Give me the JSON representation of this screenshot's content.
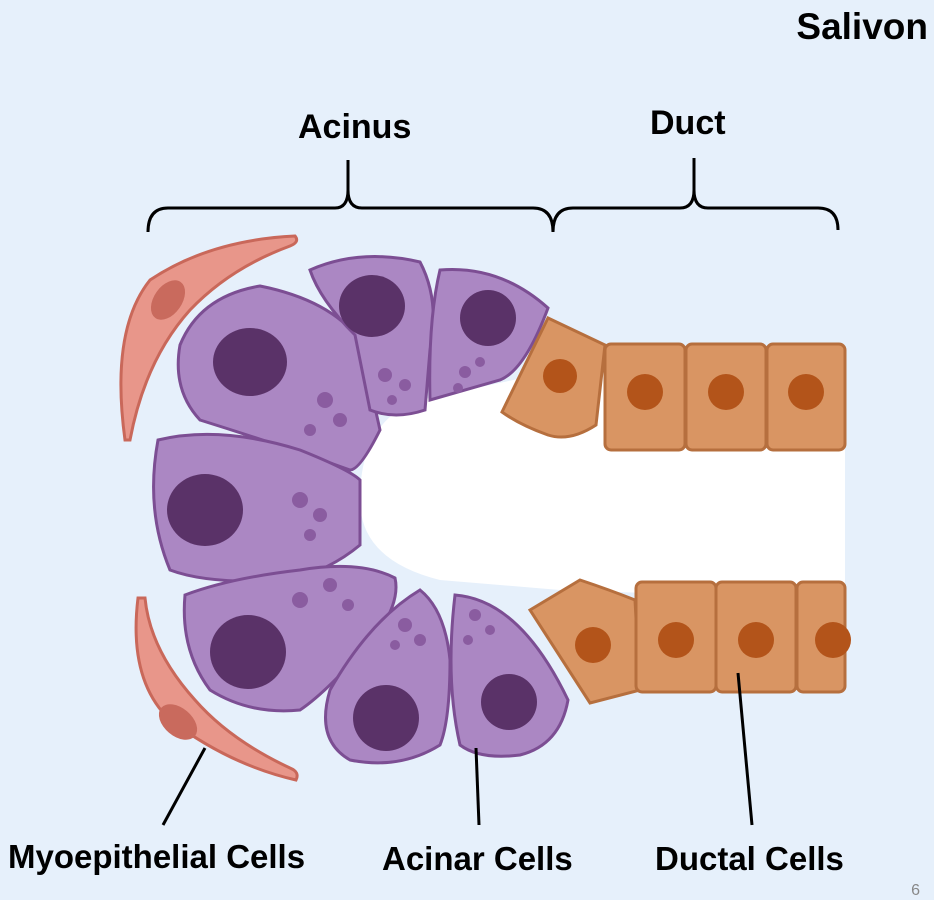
{
  "slide": {
    "brand": "Salivon",
    "page_number": "6"
  },
  "diagram": {
    "region_labels": {
      "acinus": "Acinus",
      "duct": "Duct"
    },
    "cell_labels": {
      "myoepithelial": "Myoepithelial Cells",
      "acinar": "Acinar Cells",
      "ductal": "Ductal Cells"
    },
    "colors": {
      "background": "#E6F0FB",
      "acinar_cell": "#AB87C3",
      "acinar_nucleus": "#5A3268",
      "myoepithelial_cell": "#E8968A",
      "ductal_cell": "#D99563",
      "ductal_nucleus": "#B3541A"
    }
  }
}
